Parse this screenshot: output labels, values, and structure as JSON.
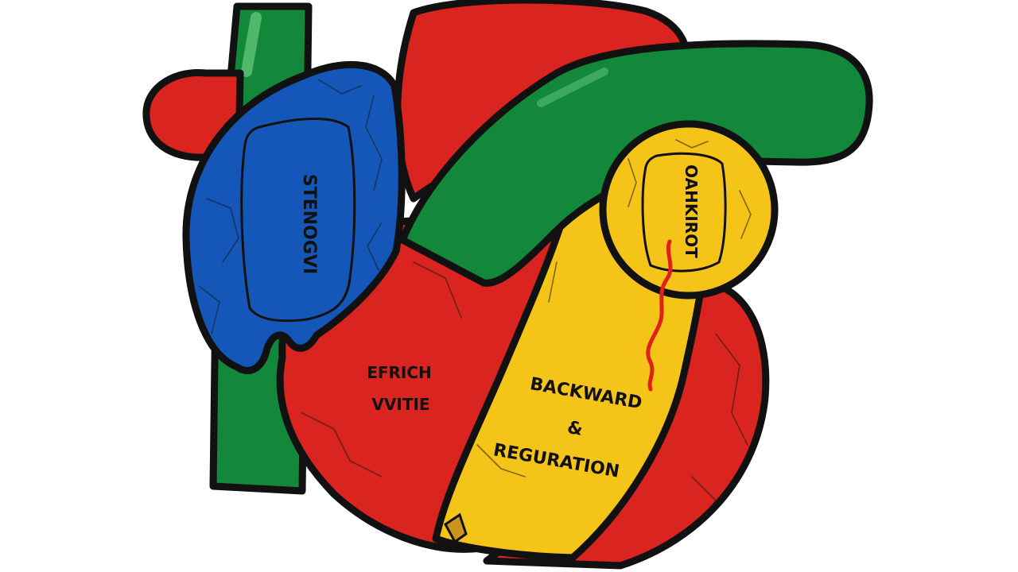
{
  "colors": {
    "background": "#ffffff",
    "outline": "#111111",
    "red": "#d9241f",
    "blue": "#1457b8",
    "green": "#13873a",
    "yellow": "#f5c418",
    "thread": "#e0201a"
  },
  "labels": {
    "blue_chamber": "STENOGVI",
    "red_chamber_line1": "EFRICH",
    "red_chamber_line2": "VVITIE",
    "yellow_chamber_line1": "BACKWARD",
    "yellow_chamber_line2": "&",
    "yellow_chamber_line3": "REGURATION",
    "valve": "OAHKIROT"
  }
}
